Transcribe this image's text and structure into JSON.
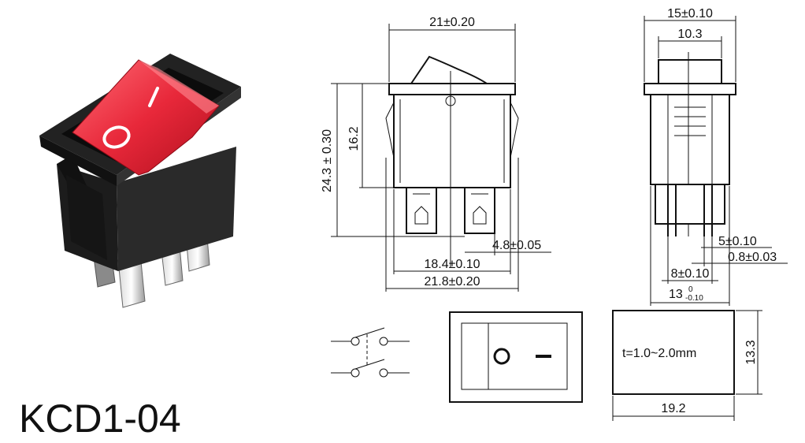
{
  "product": {
    "model": "KCD1-04"
  },
  "photo": {
    "symbol_on": "I",
    "symbol_off": "O",
    "rocker_color": "#e8283a",
    "housing_color": "#1a1a1a"
  },
  "front_view": {
    "width_top": "21±0.20",
    "height_total": "24.3 ± 0.30",
    "height_body": "16.2",
    "terminal_width": "4.8±0.05",
    "width_inner": "18.4±0.10",
    "width_outer": "21.8±0.20"
  },
  "side_view": {
    "width_top": "15±0.10",
    "width_inner": "10.3",
    "terminal_pitch": "5±0.10",
    "terminal_thickness": "0.8±0.03",
    "width_pins": "8±0.10",
    "width_base": "13",
    "width_base_tol_upper": "0",
    "width_base_tol_lower": "-0.10"
  },
  "panel_cutout": {
    "thickness": "t=1.0~2.0mm",
    "height": "13.3",
    "width": "19.2"
  }
}
